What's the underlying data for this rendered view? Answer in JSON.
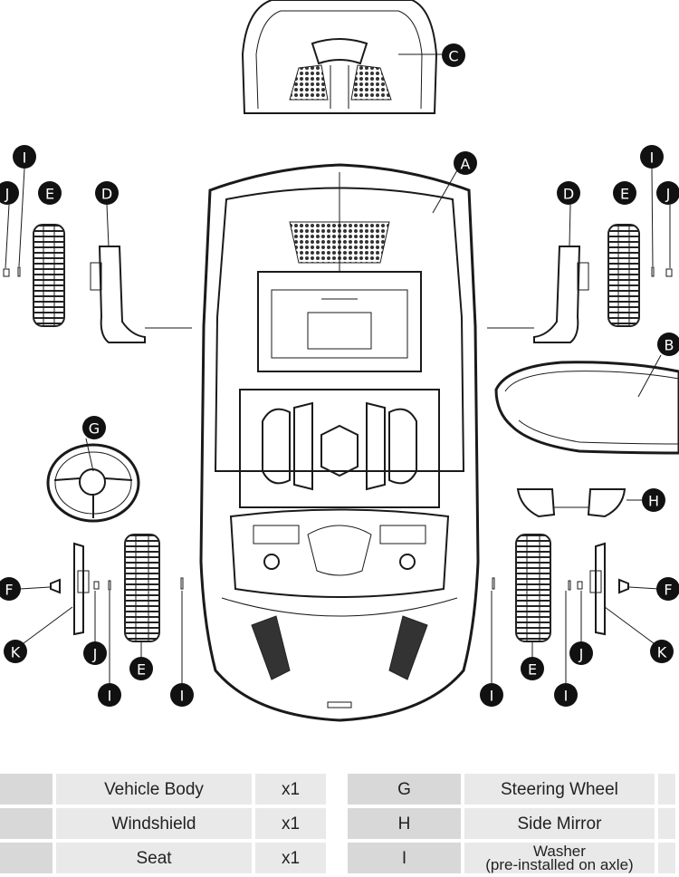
{
  "callouts": [
    {
      "id": "A"
    },
    {
      "id": "B"
    },
    {
      "id": "C"
    },
    {
      "id": "D"
    },
    {
      "id": "E"
    },
    {
      "id": "F"
    },
    {
      "id": "G"
    },
    {
      "id": "H"
    },
    {
      "id": "I"
    },
    {
      "id": "J"
    },
    {
      "id": "K"
    }
  ],
  "labels": {
    "a": "A",
    "b": "B",
    "c": "C",
    "d": "D",
    "e": "E",
    "f": "F",
    "g": "G",
    "h": "H",
    "i": "I",
    "j": "J",
    "k": "K"
  },
  "parts_table": {
    "left_rows": [
      {
        "letter": "",
        "name": "Vehicle Body",
        "qty": "x1"
      },
      {
        "letter": "",
        "name": "Windshield",
        "qty": "x1"
      },
      {
        "letter": "",
        "name": "Seat",
        "qty": "x1"
      }
    ],
    "right_rows": [
      {
        "letter": "G",
        "name": "Steering Wheel",
        "qty": ""
      },
      {
        "letter": "H",
        "name": "Side Mirror",
        "qty": ""
      },
      {
        "letter": "I",
        "name_line1": "Washer",
        "name_line2": "(pre-installed on axle)",
        "qty": ""
      }
    ]
  }
}
